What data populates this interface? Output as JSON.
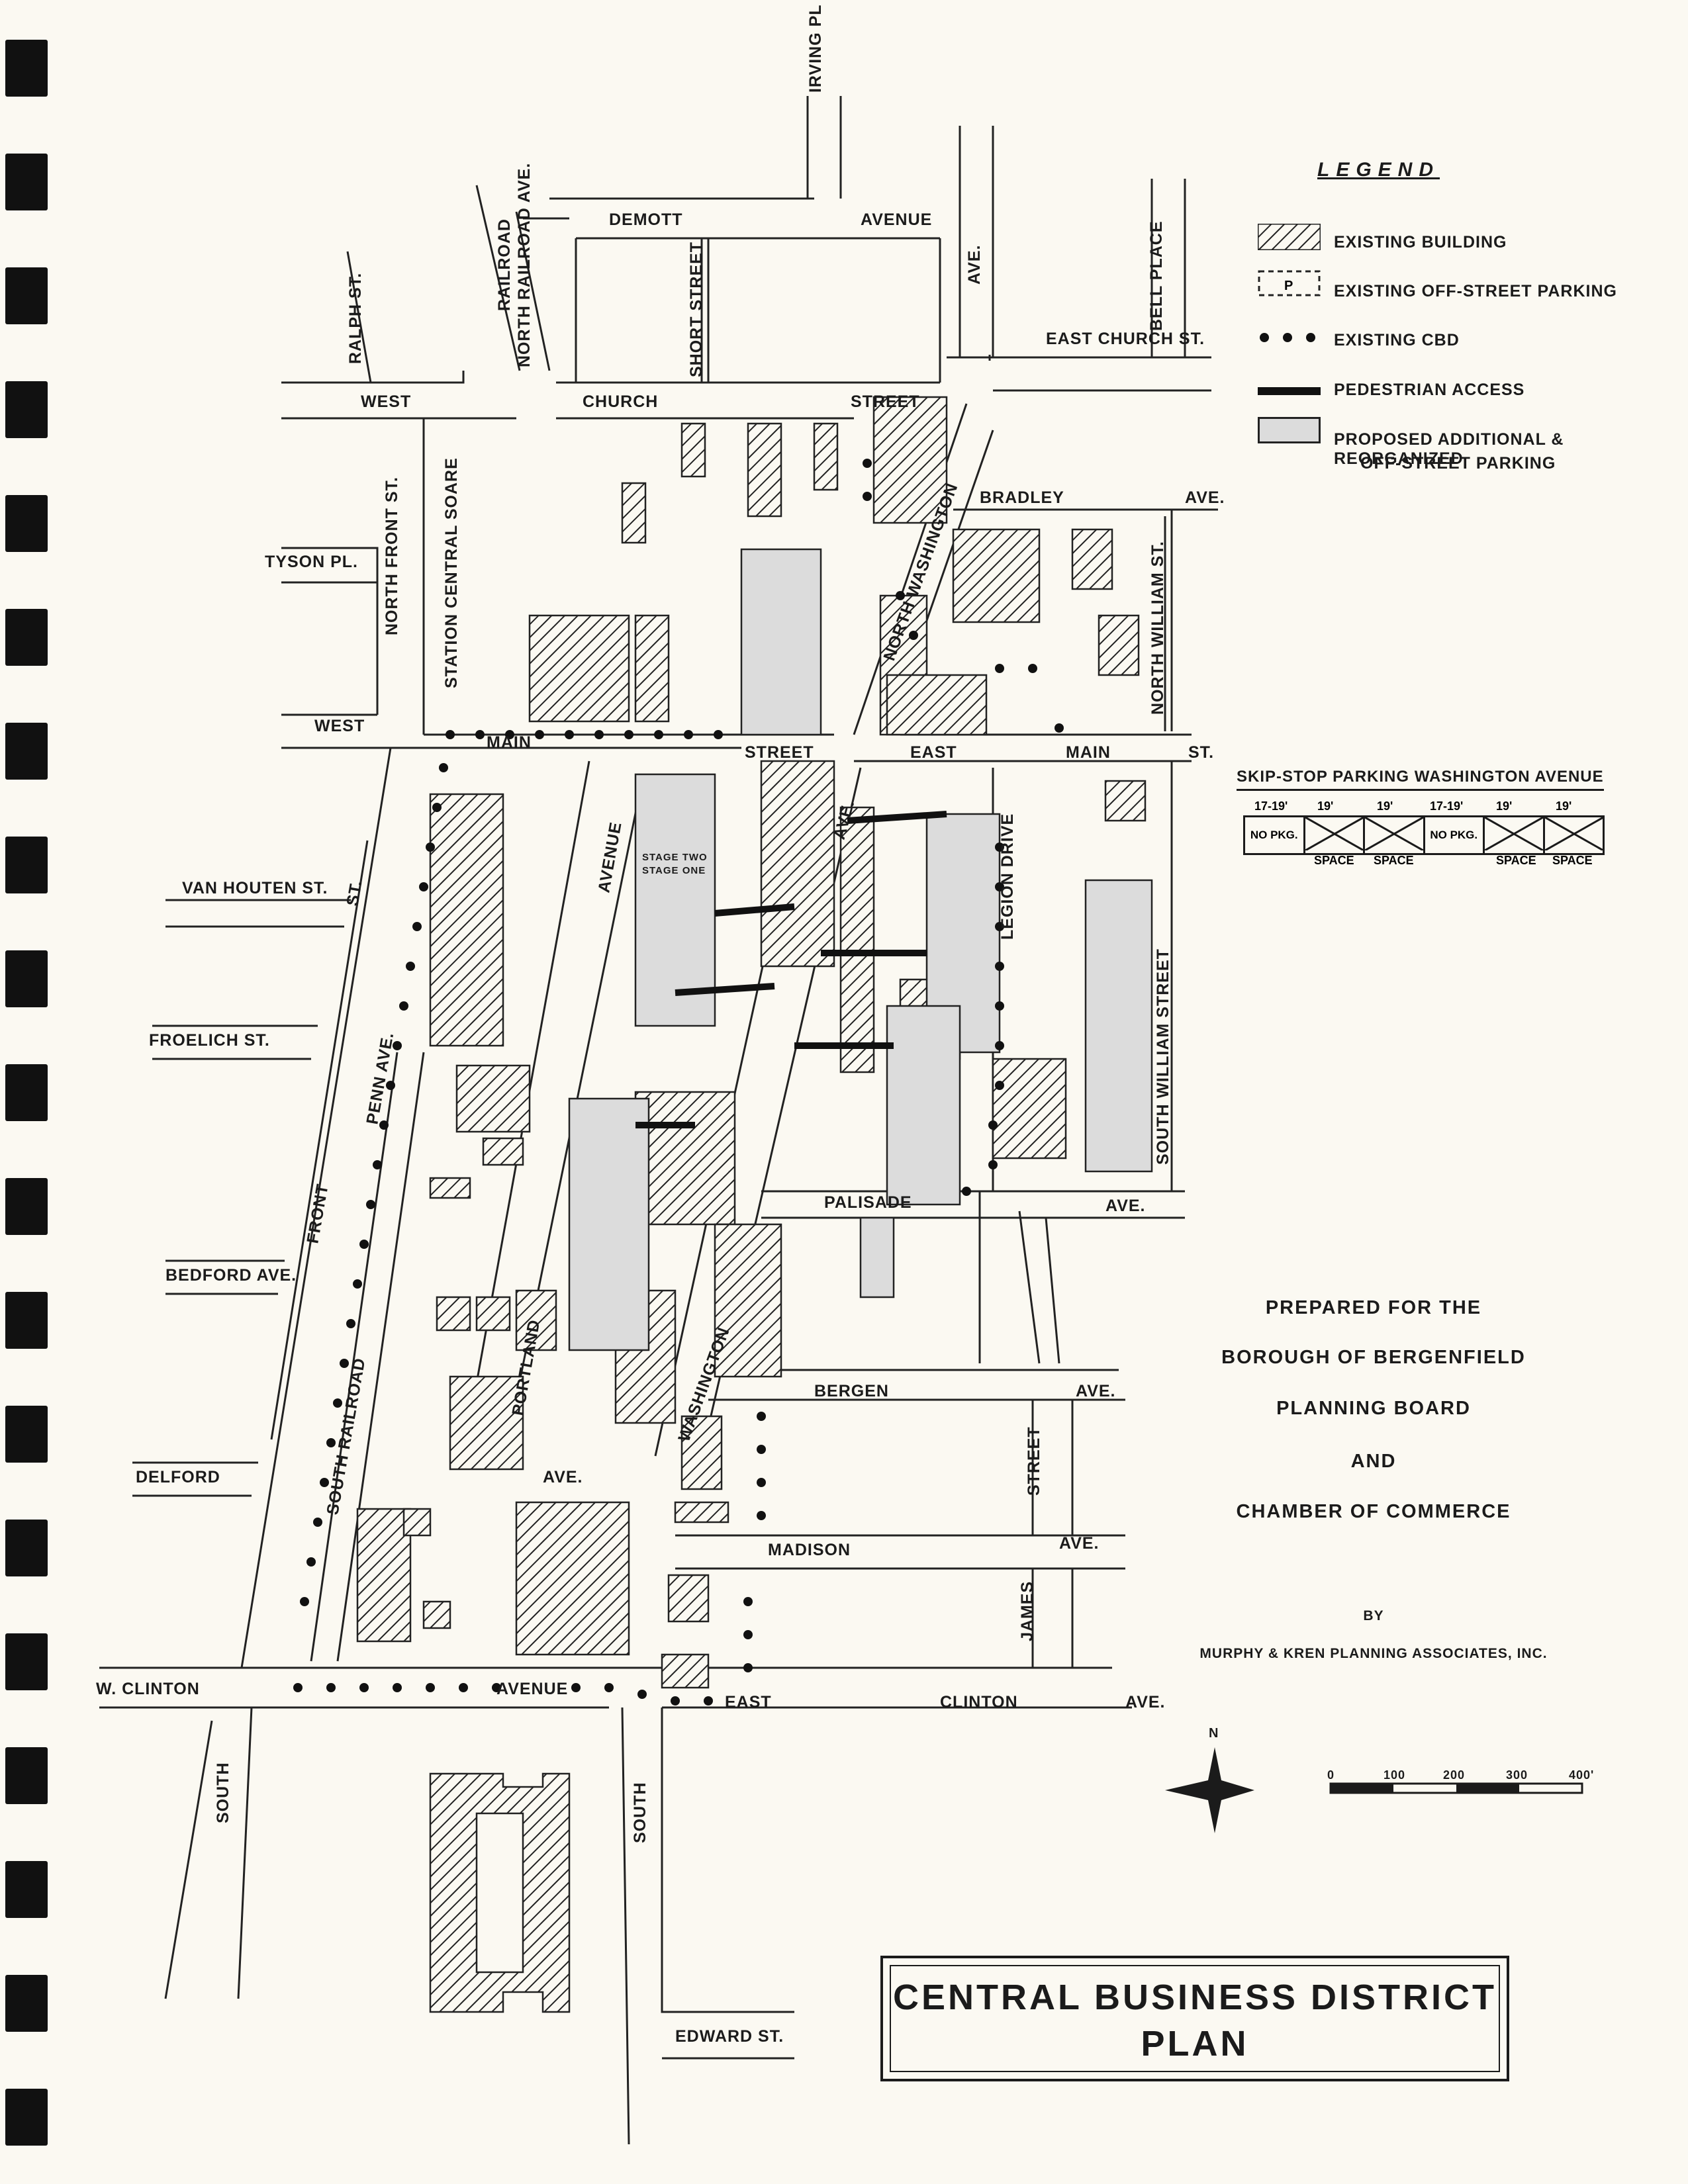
{
  "streets": {
    "irving_pl": "IRVING PL",
    "demott_ave_1": "DEMOTT",
    "demott_ave_2": "AVENUE",
    "bell_place": "BELL PLACE",
    "ralph_st": "RALPH ST.",
    "railroad": "RAILROAD",
    "north_railroad_ave": "NORTH RAILROAD AVE.",
    "short_street": "SHORT STREET",
    "ave_label": "AVE.",
    "east_church_st": "EAST CHURCH ST.",
    "west": "WEST",
    "church": "CHURCH",
    "street": "STREET",
    "north_front_st": "NORTH FRONT ST.",
    "station_central_soare": "STATION CENTRAL SOARE",
    "washington_north": "NORTH WASHINGTON",
    "bradley_ave": "BRADLEY",
    "ave_dot": "AVE.",
    "tyson_pl": "TYSON PL.",
    "north_william_st": "NORTH WILLIAM ST.",
    "west_main": "WEST",
    "main": "MAIN",
    "main_street": "STREET",
    "east": "EAST",
    "main2": "MAIN",
    "st2": "ST.",
    "van_houten_st": "VAN HOUTEN ST.",
    "st_short": "ST.",
    "avenue": "AVENUE",
    "ave_diag": "AVE.",
    "legion_drive": "LEGION DRIVE",
    "south_william_street": "SOUTH WILLIAM STREET",
    "froelich_st": "FROELICH ST.",
    "penn_ave": "PENN AVE.",
    "front": "FRONT",
    "palisade": "PALISADE",
    "palisade_ave": "AVE.",
    "bedford_ave": "BEDFORD AVE.",
    "south_railroad": "SOUTH RAILROAD",
    "portland_ave": "PORTLAND",
    "portland_ave2": "AVE.",
    "washington_diag": "WASHINGTON",
    "bergen": "BERGEN",
    "bergen_ave": "AVE.",
    "delford": "DELFORD",
    "street_james": "STREET",
    "madison": "MADISON",
    "madison_ave": "AVE.",
    "james": "JAMES",
    "w_clinton": "W. CLINTON",
    "avenue_clinton": "AVENUE",
    "east_clinton": "EAST",
    "clinton": "CLINTON",
    "clinton_ave": "AVE.",
    "south_st": "SOUTH",
    "south_washington": "SOUTH",
    "edward_st": "EDWARD ST.",
    "stage_two": "STAGE TWO",
    "stage_one": "STAGE ONE"
  },
  "legend": {
    "title": "LEGEND",
    "items": [
      {
        "label": "EXISTING BUILDING"
      },
      {
        "label": "EXISTING OFF-STREET PARKING"
      },
      {
        "label": "EXISTING CBD"
      },
      {
        "label": "PEDESTRIAN ACCESS"
      },
      {
        "label": "PROPOSED ADDITIONAL & REORGANIZED",
        "label2": "OFF-STREET PARKING"
      }
    ],
    "parking_symbol": "P"
  },
  "skip_stop": {
    "title": "SKIP-STOP PARKING WASHINGTON AVENUE",
    "dims": [
      "17-19'",
      "19'",
      "19'",
      "17-19'",
      "19'",
      "19'"
    ],
    "cells": [
      "NO PKG.",
      "",
      "",
      "NO PKG.",
      "",
      ""
    ],
    "labels": [
      "SPACE",
      "SPACE",
      "SPACE",
      "SPACE"
    ]
  },
  "prepared": {
    "line1": "PREPARED FOR THE",
    "line2": "BOROUGH OF BERGENFIELD",
    "line3": "PLANNING BOARD",
    "line4": "AND",
    "line5": "CHAMBER OF COMMERCE",
    "by": "BY",
    "firm": "MURPHY & KREN PLANNING ASSOCIATES, INC."
  },
  "north_arrow": {
    "label": "N"
  },
  "scale_bar": {
    "ticks": [
      "0",
      "100",
      "200",
      "300",
      "400'"
    ]
  },
  "title": {
    "line1": "CENTRAL BUSINESS DISTRICT",
    "line2": "PLAN"
  }
}
